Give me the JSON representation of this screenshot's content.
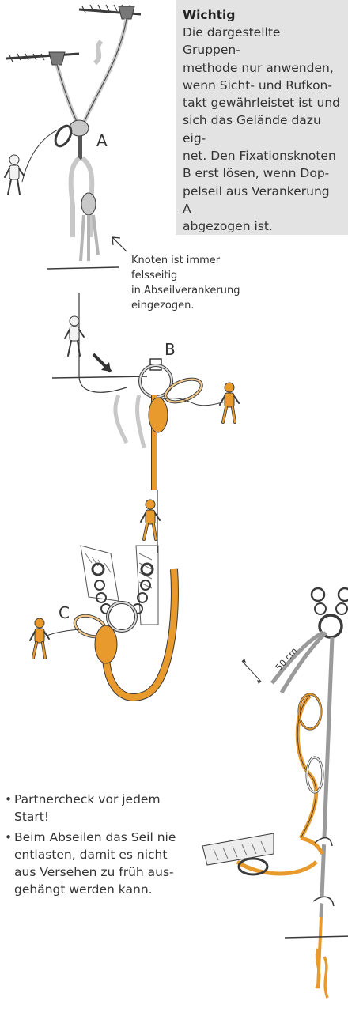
{
  "info_box": {
    "title": "Wichtig",
    "lines": [
      "Die dargestellte Gruppen-",
      "methode nur anwenden,",
      "wenn Sicht- und Rufkon-",
      "takt gewährleistet ist und",
      "sich das Gelände dazu eig-",
      "net. Den Fixationsknoten",
      "B erst lösen, wenn Dop-",
      "pelseil aus Verankerung A",
      "abgezogen ist."
    ]
  },
  "labels": {
    "a": "A",
    "b": "B",
    "c": "C"
  },
  "annotation": {
    "lines": [
      "Knoten ist immer felsseitig",
      "in Abseilverankerung",
      "eingezogen."
    ]
  },
  "measure": "50 cm",
  "tips": [
    "Partnercheck vor jedem Start!",
    "Beim Abseilen das Seil nie entlasten, damit es nicht aus Versehen zu früh aus-gehängt werden kann."
  ],
  "colors": {
    "rope_orange": "#e89a2c",
    "rope_grey": "#b5b5b5",
    "box_bg": "#e3e3e3",
    "outline": "#3a3a3a"
  }
}
